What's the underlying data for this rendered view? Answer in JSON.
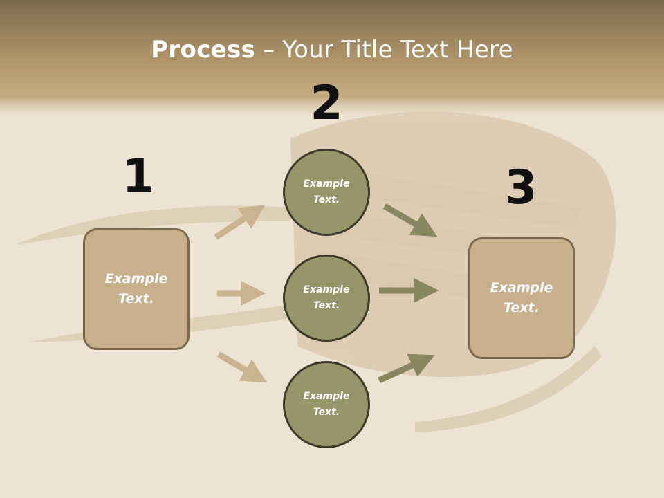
{
  "title": {
    "bold": "Process",
    "rest": " – Your Title Text Here"
  },
  "steps": {
    "one": "1",
    "two": "2",
    "three": "3"
  },
  "left_box": {
    "line1": "Example",
    "line2": "Text."
  },
  "right_box": {
    "line1": "Example",
    "line2": "Text."
  },
  "circles": [
    {
      "line1": "Example",
      "line2": "Text."
    },
    {
      "line1": "Example",
      "line2": "Text."
    },
    {
      "line1": "Example",
      "line2": "Text."
    }
  ],
  "colors": {
    "box_fill": "#c8b08c",
    "box_border": "#7d6a4e",
    "circle_fill": "#96966a",
    "circle_border": "#3e3a2b",
    "arrow_left": "#c9b48f",
    "arrow_right": "#88875f",
    "header_band": "#b59a6c",
    "background": "#ece3d2"
  }
}
